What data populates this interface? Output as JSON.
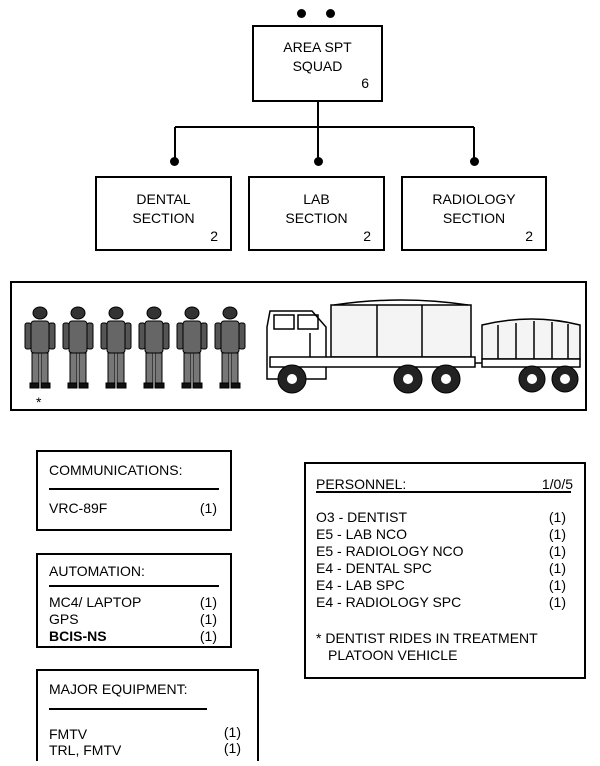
{
  "hq": {
    "label_line1": "AREA SPT",
    "label_line2": "SQUAD",
    "strength": "6"
  },
  "sections": [
    {
      "line1": "DENTAL",
      "line2": "SECTION",
      "strength": "2"
    },
    {
      "line1": "LAB",
      "line2": "SECTION",
      "strength": "2"
    },
    {
      "line1": "RADIOLOGY",
      "line2": "SECTION",
      "strength": "2"
    }
  ],
  "illustration": {
    "soldier_count": 6,
    "asterisk": "*",
    "vehicles": [
      "truck-icon",
      "trailer-icon"
    ]
  },
  "communications": {
    "title": "COMMUNICATIONS:",
    "items": [
      {
        "name": "VRC-89F",
        "qty": "(1)"
      }
    ]
  },
  "automation": {
    "title": "AUTOMATION:",
    "items": [
      {
        "name": "MC4/ LAPTOP",
        "qty": "(1)"
      },
      {
        "name": "GPS",
        "qty": "(1)"
      },
      {
        "name": "BCIS-NS",
        "qty": "(1)"
      }
    ]
  },
  "major_equipment": {
    "title": "MAJOR EQUIPMENT:",
    "items": [
      {
        "name": "FMTV",
        "qty": "(1)"
      },
      {
        "name": "TRL, FMTV",
        "qty": "(1)"
      }
    ]
  },
  "personnel": {
    "title": "PERSONNEL:",
    "total": "1/0/5",
    "items": [
      {
        "name": "O3 - DENTIST",
        "qty": "(1)"
      },
      {
        "name": "E5 - LAB NCO",
        "qty": "(1)"
      },
      {
        "name": "E5 - RADIOLOGY NCO",
        "qty": "(1)"
      },
      {
        "name": "E4 - DENTAL SPC",
        "qty": "(1)"
      },
      {
        "name": "E4 - LAB SPC",
        "qty": "(1)"
      },
      {
        "name": "E4 - RADIOLOGY SPC",
        "qty": "(1)"
      }
    ],
    "note_line1": "* DENTIST RIDES IN TREATMENT",
    "note_line2": "PLATOON VEHICLE"
  }
}
